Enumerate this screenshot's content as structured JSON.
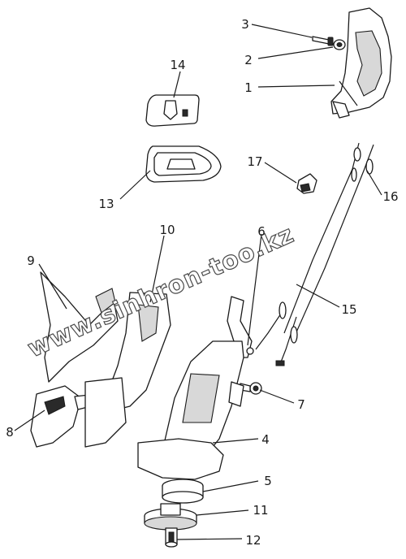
{
  "callouts": [
    "1",
    "2",
    "3",
    "4",
    "5",
    "6",
    "7",
    "8",
    "9",
    "10",
    "11",
    "12",
    "13",
    "14",
    "15",
    "16",
    "17"
  ],
  "watermark": "www.sinhron-too.kz"
}
